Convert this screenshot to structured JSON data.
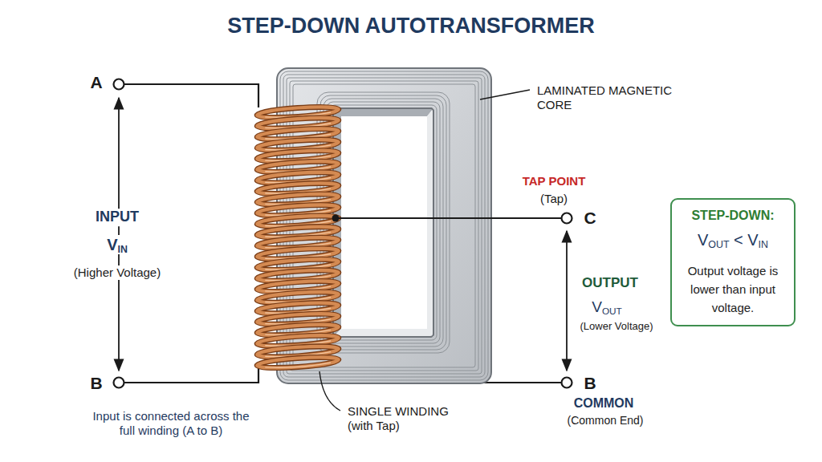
{
  "diagram": {
    "title": "STEP-DOWN AUTOTRANSFORMER",
    "nodes": [
      {
        "text": [
          "STEP-DOWN:",
          "VOUT < VIN",
          "Output voltage is lower than input voltage."
        ]
      }
    ],
    "labels": [
      "A",
      "B",
      "INPUT",
      "VIN",
      "(Higher Voltage)",
      "Input is connected across the full winding (A to B)",
      "LAMINATED MAGNETIC CORE",
      "TAP POINT",
      "(Tap)",
      "C",
      "OUTPUT",
      "VOUT",
      "(Lower Voltage)",
      "B",
      "COMMON",
      "(Common End)",
      "SINGLE WINDING (with Tap)"
    ]
  }
}
